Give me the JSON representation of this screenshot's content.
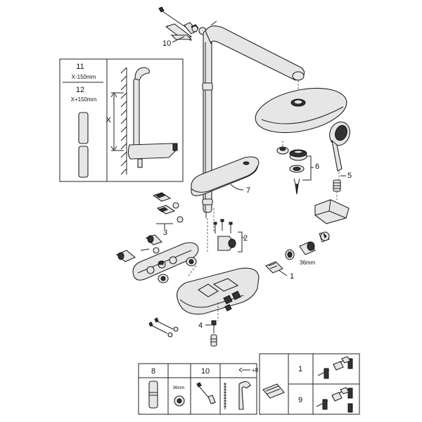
{
  "callouts": {
    "c1": "1",
    "c2": "2",
    "c3": "3",
    "c4": "4",
    "c5": "5",
    "c6": "6",
    "c7": "7",
    "c10": "10"
  },
  "inset": {
    "item11": "11",
    "item11_size": "X-150mm",
    "item12": "12",
    "item12_size": "X+150mm",
    "dimension_label": "X"
  },
  "wrench_label": "36mm",
  "bottom_table": {
    "col8": "8",
    "col10": "10",
    "nut_size": "36mm",
    "adjust": "+8",
    "row1": "1",
    "row9": "9"
  },
  "icons": [
    "shower-head-icon",
    "hand-shower-icon",
    "screw-icon",
    "wrench-icon"
  ]
}
